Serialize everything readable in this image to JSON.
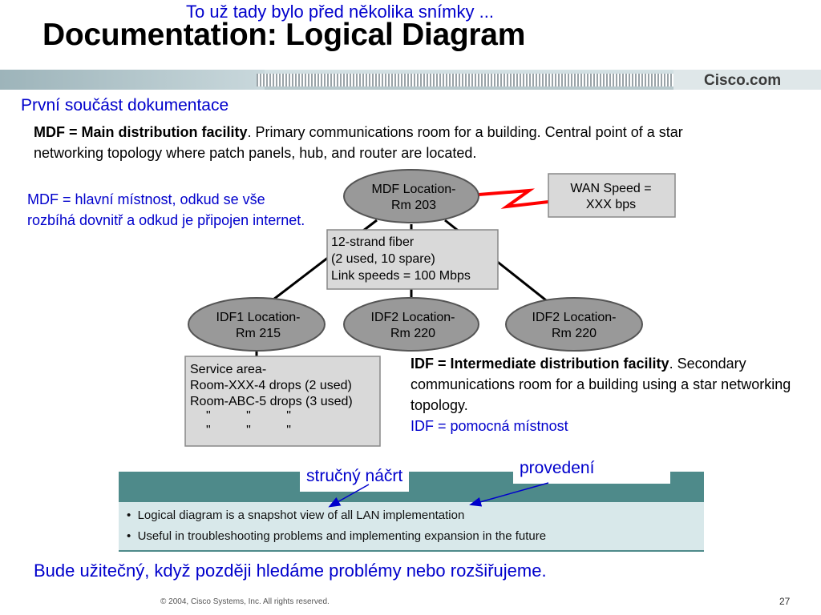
{
  "header": {
    "top_note": "To už tady bylo před několika snímky ...",
    "title": "Documentation: Logical Diagram",
    "logo": "Cisco.com"
  },
  "section_heading": "První součást dokumentace",
  "mdf_definition": {
    "term": "MDF = Main distribution facility",
    "text": ". Primary communications room for a building. Central point of a star networking topology where patch panels, hub, and router are located."
  },
  "mdf_note": "MDF = hlavní místnost, odkud se vše rozbíhá dovnitř a odkud je připojen internet.",
  "diagram": {
    "mdf": [
      "MDF Location-",
      "Rm 203"
    ],
    "wan": [
      "WAN Speed =",
      "XXX bps"
    ],
    "fiber": [
      "12-strand fiber",
      "(2 used, 10 spare)",
      "Link speeds = 100 Mbps"
    ],
    "idf1": [
      "IDF1 Location-",
      "Rm 215"
    ],
    "idf2a": [
      "IDF2 Location-",
      "Rm 220"
    ],
    "idf2b": [
      "IDF2 Location-",
      "Rm 220"
    ],
    "service_area": [
      "Service area-",
      "Room-XXX-4 drops (2 used)",
      "Room-ABC-5 drops (3 used)",
      "\"          \"          \"",
      "\"          \"          \""
    ]
  },
  "idf_definition": {
    "term": "IDF = Intermediate distribution facility",
    "text": ". Secondary communications room for a building using a star networking topology.",
    "note": "IDF = pomocná místnost"
  },
  "panel": {
    "bullets": [
      "Logical diagram is a snapshot view of all LAN implementation",
      "Useful in troubleshooting problems and implementing expansion in the future"
    ],
    "callout_sketch": "stručný náčrt",
    "callout_execution": "provedení"
  },
  "summary": "Bude užitečný, když později hledáme problémy nebo rozšiřujeme.",
  "footer": {
    "copyright": "© 2004, Cisco Systems, Inc. All rights reserved.",
    "page_number": "27"
  },
  "colors": {
    "accent_blue": "#0000cc",
    "panel_teal": "#4e8a8a",
    "node_gray": "#999999",
    "wan_link_red": "#ff0000"
  }
}
